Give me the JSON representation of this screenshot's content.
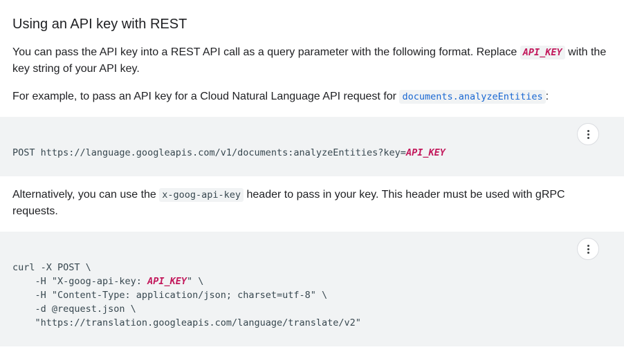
{
  "heading": "Using an API key with REST",
  "para1": {
    "text_before": "You can pass the API key into a REST API call as a query parameter with the following format. Replace ",
    "code": "API_KEY",
    "text_after": " with the key string of your API key."
  },
  "para2": {
    "text_before": "For example, to pass an API key for a Cloud Natural Language API request for ",
    "code_link": "documents.analyzeEntities",
    "text_after": ":"
  },
  "code_block_1": {
    "prefix": "POST https://language.googleapis.com/v1/documents:analyzeEntities?key=",
    "var": "API_KEY",
    "menu_icon": "more-vert-icon"
  },
  "para3": {
    "text_before": "Alternatively, you can use the ",
    "code": "x-goog-api-key",
    "text_after": " header to pass in your key. This header must be used with gRPC requests."
  },
  "code_block_2": {
    "line1": "curl -X POST \\",
    "line2_prefix": "    -H \"X-goog-api-key: ",
    "line2_var": "API_KEY",
    "line2_suffix": "\" \\",
    "line3": "    -H \"Content-Type: application/json; charset=utf-8\" \\",
    "line4": "    -d @request.json \\",
    "line5": "    \"https://translation.googleapis.com/language/translate/v2\"",
    "menu_icon": "more-vert-icon"
  },
  "colors": {
    "text": "#202124",
    "code_bg": "#f1f3f4",
    "code_text": "#37474f",
    "var": "#c2185b",
    "link": "#1967d2"
  }
}
